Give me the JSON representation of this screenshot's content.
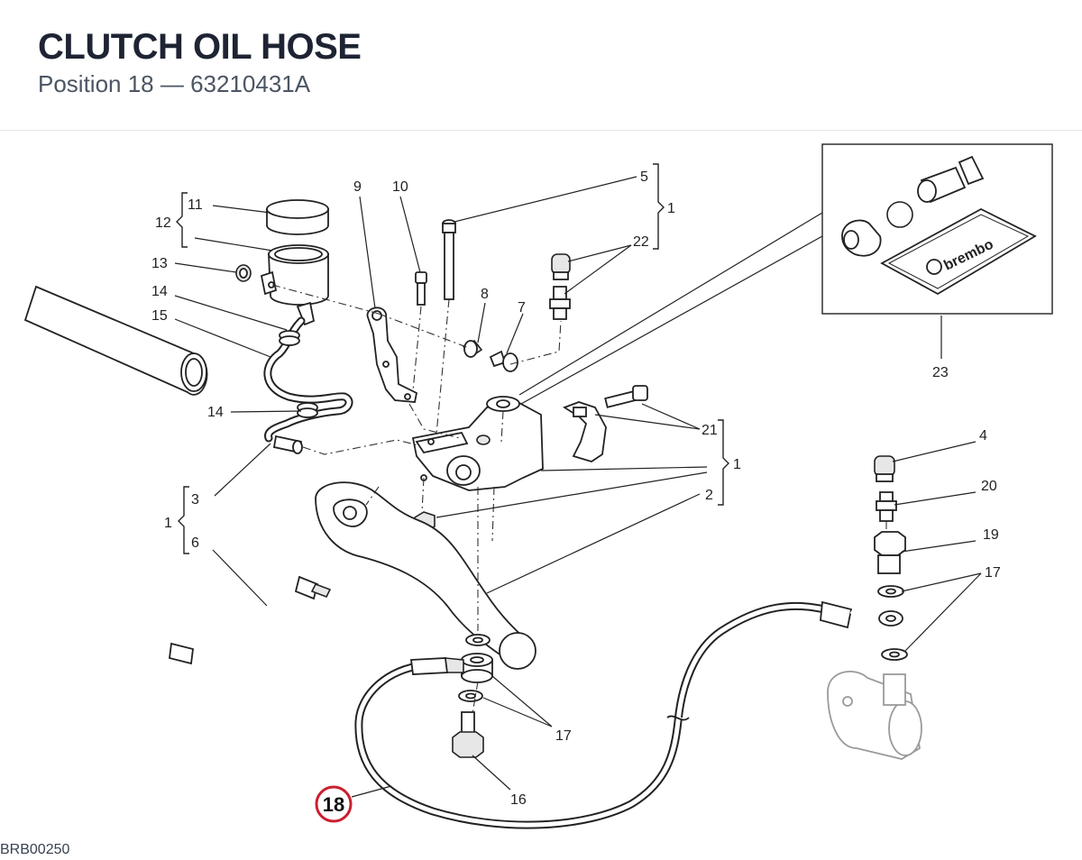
{
  "header": {
    "title": "CLUTCH OIL HOSE",
    "subtitle": "Position 18 — 63210431A"
  },
  "reference_code": "BRB00250",
  "highlight": {
    "label": "18",
    "color": "#cc1f2f"
  },
  "labels": {
    "l1a": "1",
    "l1b": "1",
    "l1c": "1",
    "l2": "2",
    "l3": "3",
    "l4": "4",
    "l5": "5",
    "l6": "6",
    "l7": "7",
    "l8": "8",
    "l9": "9",
    "l10": "10",
    "l11": "11",
    "l12": "12",
    "l13": "13",
    "l14a": "14",
    "l14b": "14",
    "l15": "15",
    "l16": "16",
    "l17a": "17",
    "l17b": "17",
    "l19": "19",
    "l20": "20",
    "l21": "21",
    "l22": "22",
    "l23": "23"
  },
  "inset": {
    "logo_text": "brembo"
  }
}
